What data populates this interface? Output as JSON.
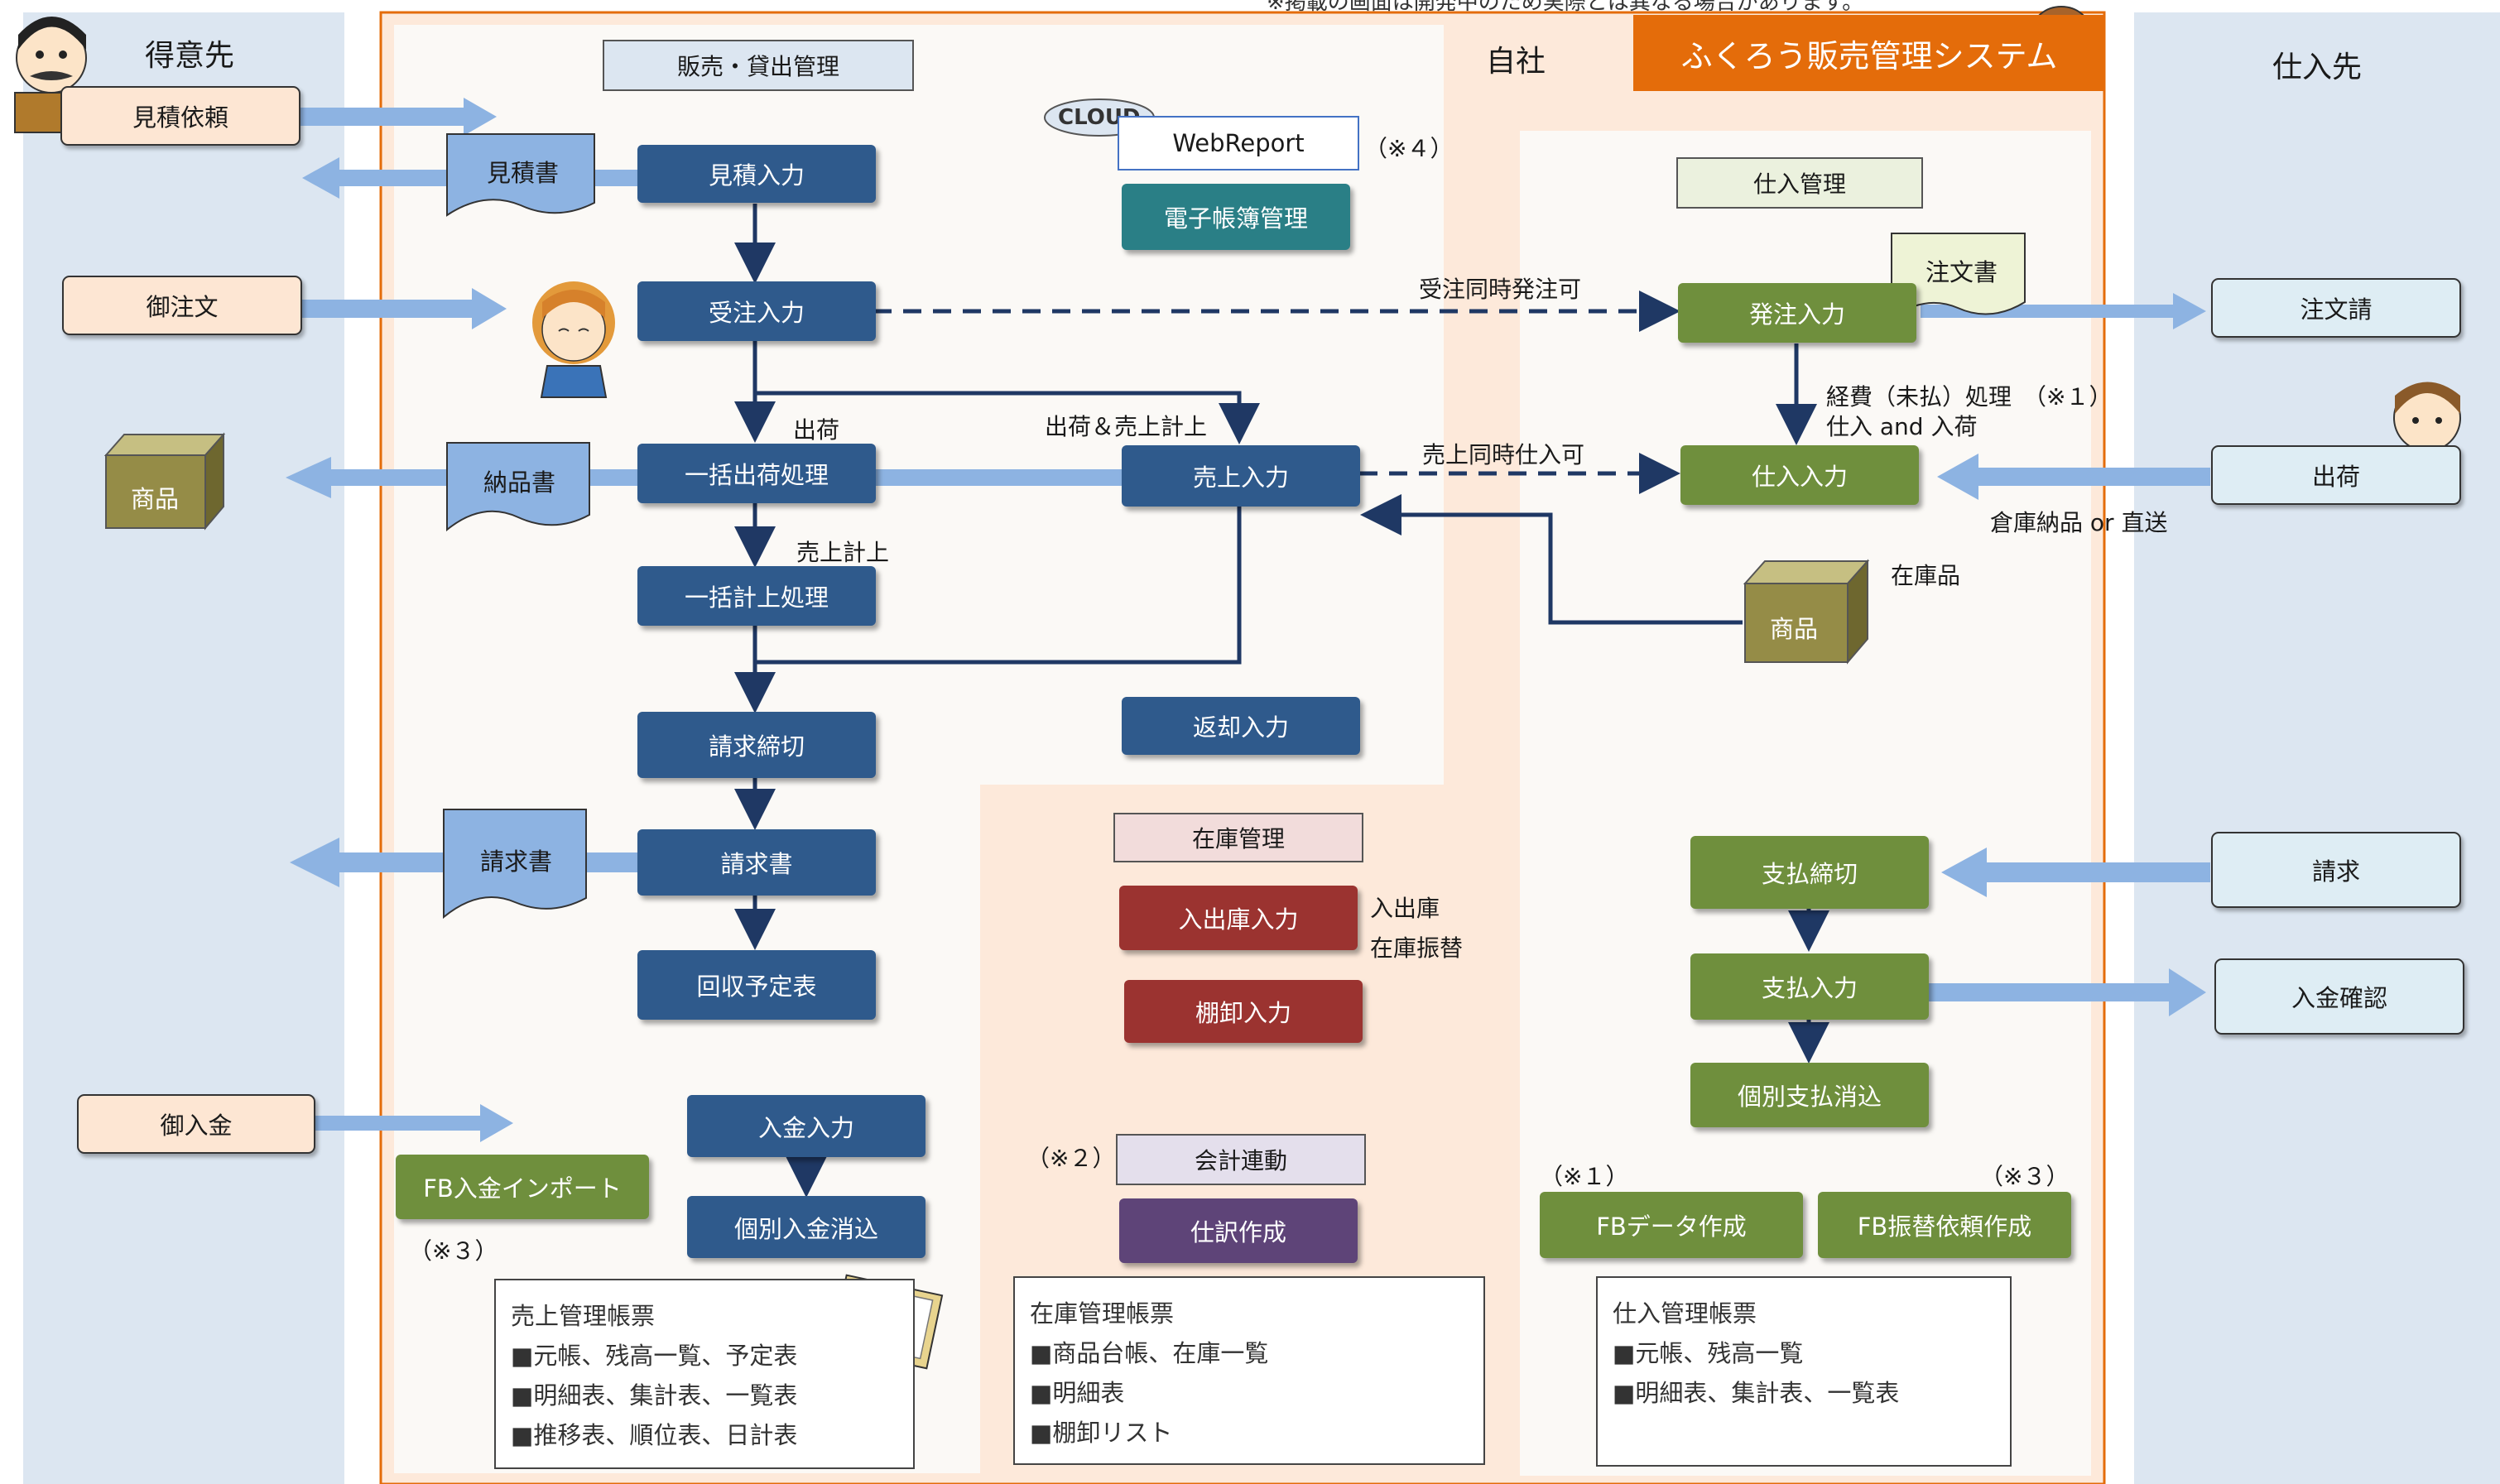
{
  "header": {
    "top_caption": "※掲載の画面は開発中のため実際とは異なる場合があります。"
  },
  "lanes": {
    "customer": "得意先",
    "own": "自社",
    "supplier": "仕入先",
    "system_title": "ふくろう販売管理システム"
  },
  "sections": {
    "sales": "販売・貸出管理",
    "purchase": "仕入管理",
    "inventory": "在庫管理",
    "accounting": "会計連動"
  },
  "customer_side": {
    "estimate_request": "見積依頼",
    "order": "御注文",
    "goods": "商品",
    "payment": "御入金"
  },
  "documents": {
    "estimate": "見積書",
    "delivery": "納品書",
    "invoice": "請求書",
    "purchase_order": "注文書"
  },
  "sales_processes": {
    "estimate_input": "見積入力",
    "order_input": "受注入力",
    "batch_shipping": "一括出荷処理",
    "batch_sales": "一括計上処理",
    "billing_close": "請求締切",
    "invoice": "請求書",
    "collection_schedule": "回収予定表",
    "payment_input": "入金入力",
    "individual_clearing": "個別入金消込",
    "fb_import": "FB入金インポート",
    "sales_input": "売上入力",
    "return_input": "返却入力",
    "ebook": "電子帳簿管理"
  },
  "cloud": {
    "badge": "CLOUD",
    "webreport": "WebReport",
    "note4": "（※４）"
  },
  "inventory_processes": {
    "in_out": "入出庫入力",
    "stocktake": "棚卸入力",
    "journal": "仕訳作成",
    "note2": "（※２）"
  },
  "purchase_processes": {
    "order_input": "発注入力",
    "purchase_input": "仕入入力",
    "payment_close": "支払締切",
    "payment_input": "支払入力",
    "individual_payment_clearing": "個別支払消込",
    "fb_data": "FBデータ作成",
    "fb_transfer": "FB振替依頼作成",
    "note1": "（※１）",
    "note3": "（※３）",
    "stock_goods": "商品"
  },
  "supplier_side": {
    "order_acceptance": "注文請",
    "shipping": "出荷",
    "billing": "請求",
    "payment_confirm": "入金確認"
  },
  "labels": {
    "shipping": "出荷",
    "ship_and_sales": "出荷＆売上計上",
    "sales_record": "売上計上",
    "order_sync": "受注同時発注可",
    "sales_sync": "売上同時仕入可",
    "expense_line1": "経費（未払）処理　（※１）",
    "expense_line2": "仕入 and 入荷",
    "warehouse_delivery": "倉庫納品 or 直送",
    "stock_item": "在庫品",
    "in_out_1": "入出庫",
    "in_out_2": "在庫振替",
    "note3_left": "（※３）"
  },
  "report_lists": {
    "sales": {
      "title": "売上管理帳票",
      "items": [
        "■元帳、残高一覧、予定表",
        "■明細表、集計表、一覧表",
        "■推移表、順位表、日計表"
      ]
    },
    "inventory": {
      "title": "在庫管理帳票",
      "items": [
        "■商品台帳、在庫一覧",
        "■明細表",
        "■棚卸リスト"
      ]
    },
    "purchase": {
      "title": "仕入管理帳票",
      "items": [
        "■元帳、残高一覧",
        "■明細表、集計表、一覧表"
      ]
    }
  },
  "colors": {
    "lane_blue": "#dce6f1",
    "own_panel": "#fdeadb",
    "process_blue": "#2f5a8c",
    "process_green": "#6f8f3d",
    "process_red": "#9b3330",
    "process_purple": "#5e4478",
    "process_teal": "#2a7f86",
    "title_orange": "#e46c0a",
    "flow_arrow": "#1f3864",
    "thick_arrow": "#8db3e2"
  }
}
